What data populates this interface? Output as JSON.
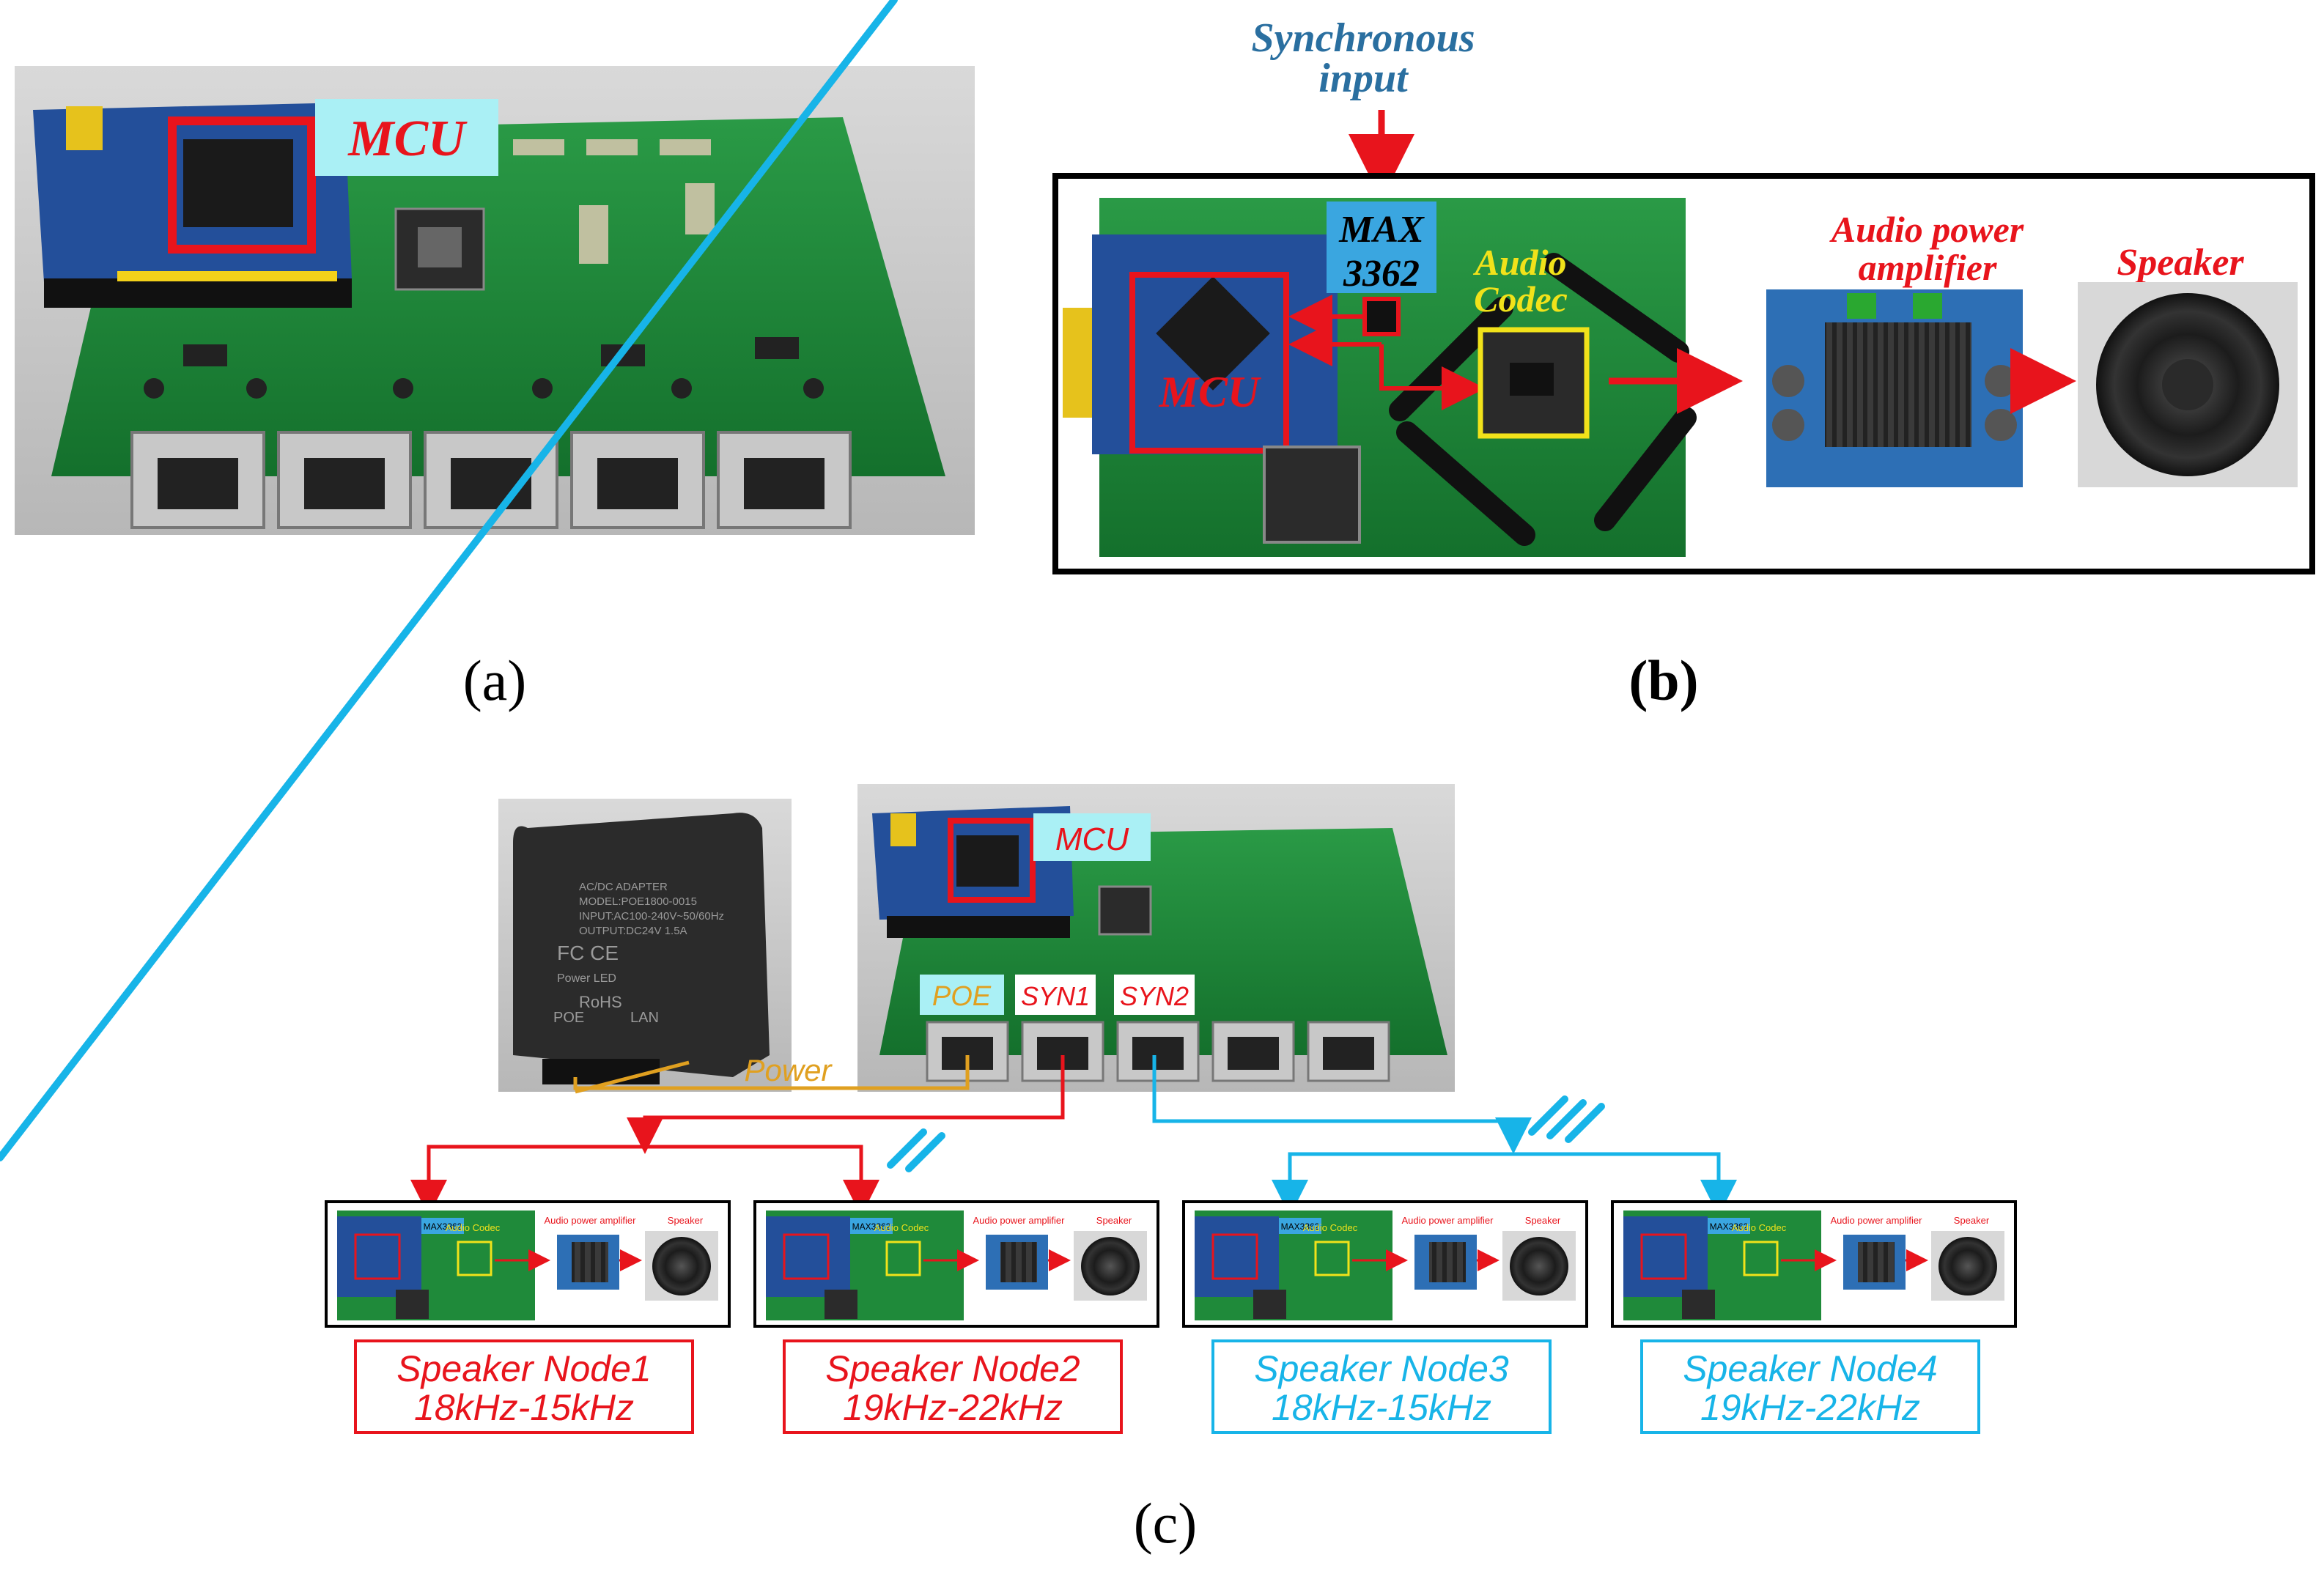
{
  "panel_a": {
    "caption": "(a)",
    "mcu_label": "MCU"
  },
  "panel_b": {
    "caption": "(b)",
    "sync_line1": "Synchronous",
    "sync_line2": "input",
    "max_line1": "MAX",
    "max_line2": "3362",
    "mcu_label": "MCU",
    "codec_line1": "Audio",
    "codec_line2": "Codec",
    "amp_line1": "Audio power",
    "amp_line2": "amplifier",
    "speaker_label": "Speaker"
  },
  "panel_c": {
    "caption": "(c)",
    "mcu_label": "MCU",
    "poe_label": "POE",
    "syn1_label": "SYN1",
    "syn2_label": "SYN2",
    "power_label": "Power",
    "adapter_text": {
      "l1": "AC/DC ADAPTER",
      "l2": "MODEL:POE1800-0015",
      "l3": "INPUT:AC100-240V~50/60Hz",
      "l4": "OUTPUT:DC24V 1.5A",
      "l5": "FC CE",
      "l6": "Power LED",
      "l7": "RoHS",
      "l8": "POE",
      "l9": "LAN"
    },
    "mini_max": "MAX3362",
    "mini_codec": "Audio Codec",
    "mini_amp": "Audio power amplifier",
    "mini_speaker": "Speaker",
    "nodes": [
      {
        "name": "Speaker Node1",
        "band": "18kHz-15kHz",
        "color": "#e8141c"
      },
      {
        "name": "Speaker Node2",
        "band": "19kHz-22kHz",
        "color": "#e8141c"
      },
      {
        "name": "Speaker Node3",
        "band": "18kHz-15kHz",
        "color": "#17b4e8"
      },
      {
        "name": "Speaker Node4",
        "band": "19kHz-22kHz",
        "color": "#17b4e8"
      }
    ]
  },
  "colors": {
    "red": "#e8141c",
    "cyan": "#17b4e8",
    "orange": "#e0a020",
    "pcb_green": "#1f8a3a",
    "label_bg": "#aaf0f5",
    "sync_blue": "#2a6fa0"
  }
}
